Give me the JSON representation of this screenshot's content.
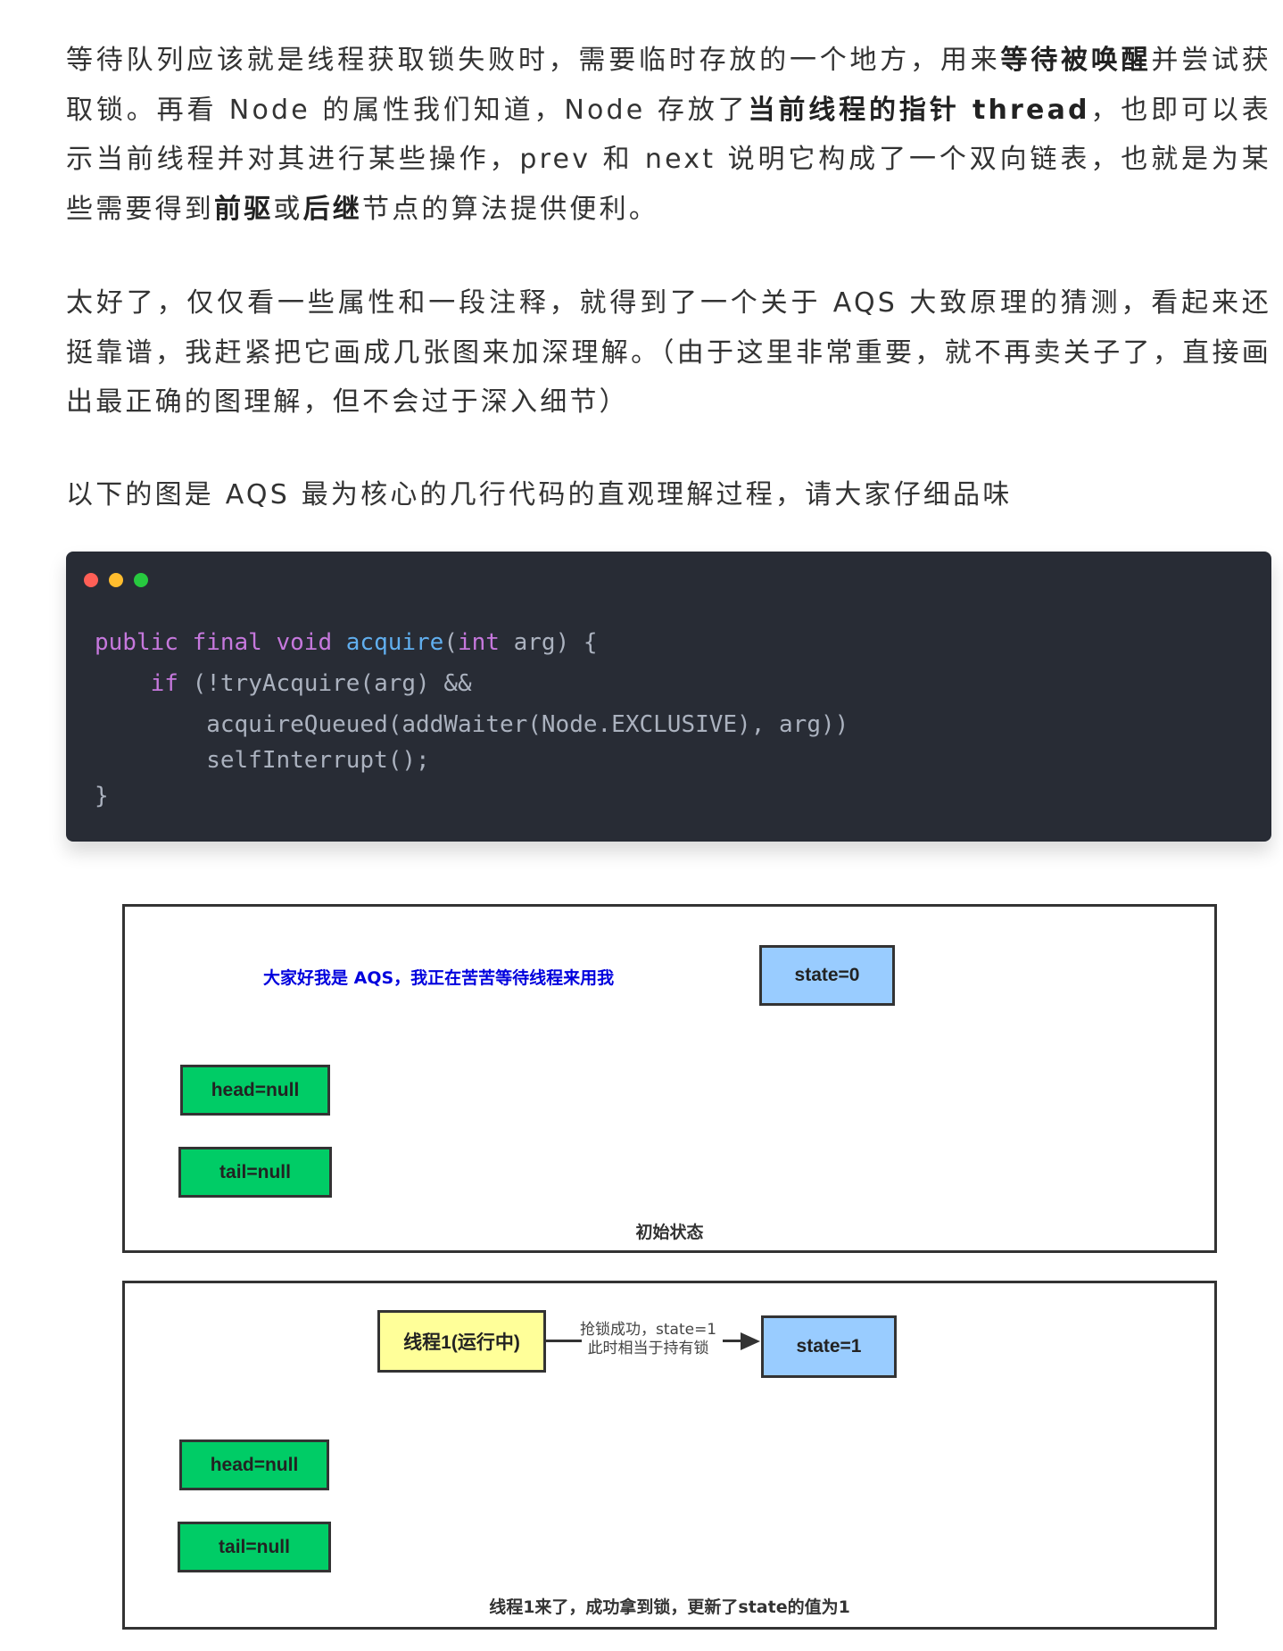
{
  "paragraphs": {
    "p1": {
      "a": "等待队列应该就是线程获取锁失败时，需要临时存放的一个地方，用来",
      "b1": "等待被唤醒",
      "c": "并尝试获取锁。再看 Node 的属性我们知道，Node 存放了",
      "b2": "当前线程的指针 thread",
      "d": "，也即可以表示当前线程并对其进行某些操作，prev 和 next 说明它构成了一个双向链表，也就是为某些需要得到",
      "b3": "前驱",
      "e": "或",
      "b4": "后继",
      "f": "节点的算法提供便利。"
    },
    "p2": "太好了，仅仅看一些属性和一段注释，就得到了一个关于 AQS 大致原理的猜测，看起来还挺靠谱，我赶紧把它画成几张图来加深理解。（由于这里非常重要，就不再卖关子了，直接画出最正确的图理解，但不会过于深入细节）",
    "p3": "以下的图是 AQS 最为核心的几行代码的直观理解过程，请大家仔细品味"
  },
  "code": {
    "l1_kw": "public final void ",
    "l1_fn": "acquire",
    "l1_p": "(",
    "l1_kw2": "int",
    "l1_rest": " arg) {",
    "l2_kw": "    if",
    "l2_rest": " (!tryAcquire(arg) &&",
    "l3": "        acquireQueued(addWaiter(Node.EXCLUSIVE), arg))",
    "l4": "        selfInterrupt();",
    "l5": "}"
  },
  "diagram1": {
    "intro": "大家好我是 AQS，我正在苦苦等待线程来用我",
    "state": "state=0",
    "head": "head=null",
    "tail": "tail=null",
    "caption": "初始状态"
  },
  "diagram2": {
    "thread": "线程1(运行中)",
    "arrow_line1": "抢锁成功，state=1",
    "arrow_line2": "此时相当于持有锁",
    "state": "state=1",
    "head": "head=null",
    "tail": "tail=null",
    "caption": "线程1来了，成功拿到锁，更新了state的值为1"
  },
  "colors": {
    "green": "#00cc66",
    "blue": "#99ccff",
    "yellow": "#ffff99",
    "code_bg": "#282c35"
  }
}
